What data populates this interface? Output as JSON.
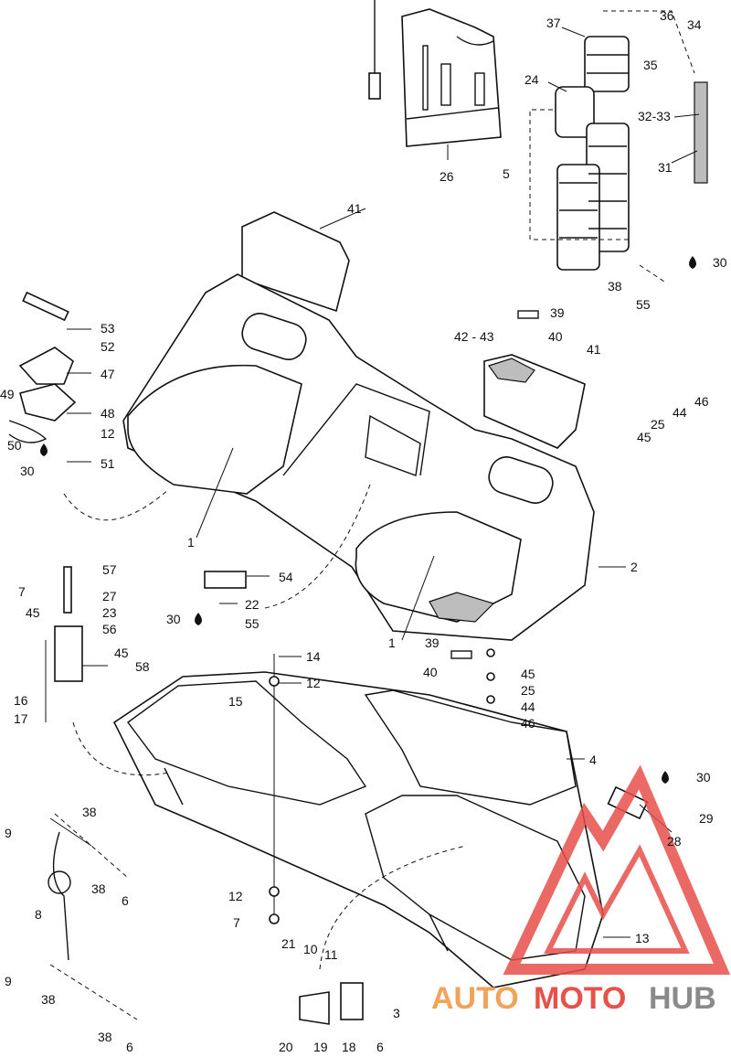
{
  "labels": {
    "l1": "1",
    "l1b": "1",
    "l2": "2",
    "l3": "3",
    "l4": "4",
    "l5": "5",
    "l6a": "6",
    "l6b": "6",
    "l6c": "6",
    "l7a": "7",
    "l7b": "7",
    "l8": "8",
    "l9a": "9",
    "l9b": "9",
    "l10": "10",
    "l11": "11",
    "l12a": "12",
    "l12b": "12",
    "l12c": "12",
    "l13": "13",
    "l14": "14",
    "l15": "15",
    "l16": "16",
    "l17": "17",
    "l18": "18",
    "l19": "19",
    "l20": "20",
    "l21": "21",
    "l22": "22",
    "l23": "23",
    "l24": "24",
    "l25a": "25",
    "l25b": "25",
    "l26": "26",
    "l27": "27",
    "l28": "28",
    "l29": "29",
    "l30a": "30",
    "l30b": "30",
    "l30c": "30",
    "l30d": "30",
    "l31": "31",
    "l3233": "32-33",
    "l34": "34",
    "l35": "35",
    "l36": "36",
    "l37": "37",
    "l38a": "38",
    "l38b": "38",
    "l38c": "38",
    "l38d": "38",
    "l38e": "38",
    "l39a": "39",
    "l39b": "39",
    "l40a": "40",
    "l40b": "40",
    "l41a": "41",
    "l41b": "41",
    "l4243": "42 - 43",
    "l44a": "44",
    "l44b": "44",
    "l45a": "45",
    "l45b": "45",
    "l45c": "45",
    "l45d": "45",
    "l46a": "46",
    "l46b": "46",
    "l47": "47",
    "l48": "48",
    "l49": "49",
    "l50": "50",
    "l51": "51",
    "l52": "52",
    "l53": "53",
    "l54": "54",
    "l55a": "55",
    "l55b": "55",
    "l56": "56",
    "l57": "57",
    "l58": "58"
  },
  "watermark": {
    "part1": "AUTO",
    "part2": "MOTO",
    "part3": "HUB",
    "color_red": "#e8504a",
    "color_gray": "#8a8a8a",
    "color_orange": "#f2a35a"
  },
  "icons": {
    "oil_drop": "oil-drop-icon"
  }
}
